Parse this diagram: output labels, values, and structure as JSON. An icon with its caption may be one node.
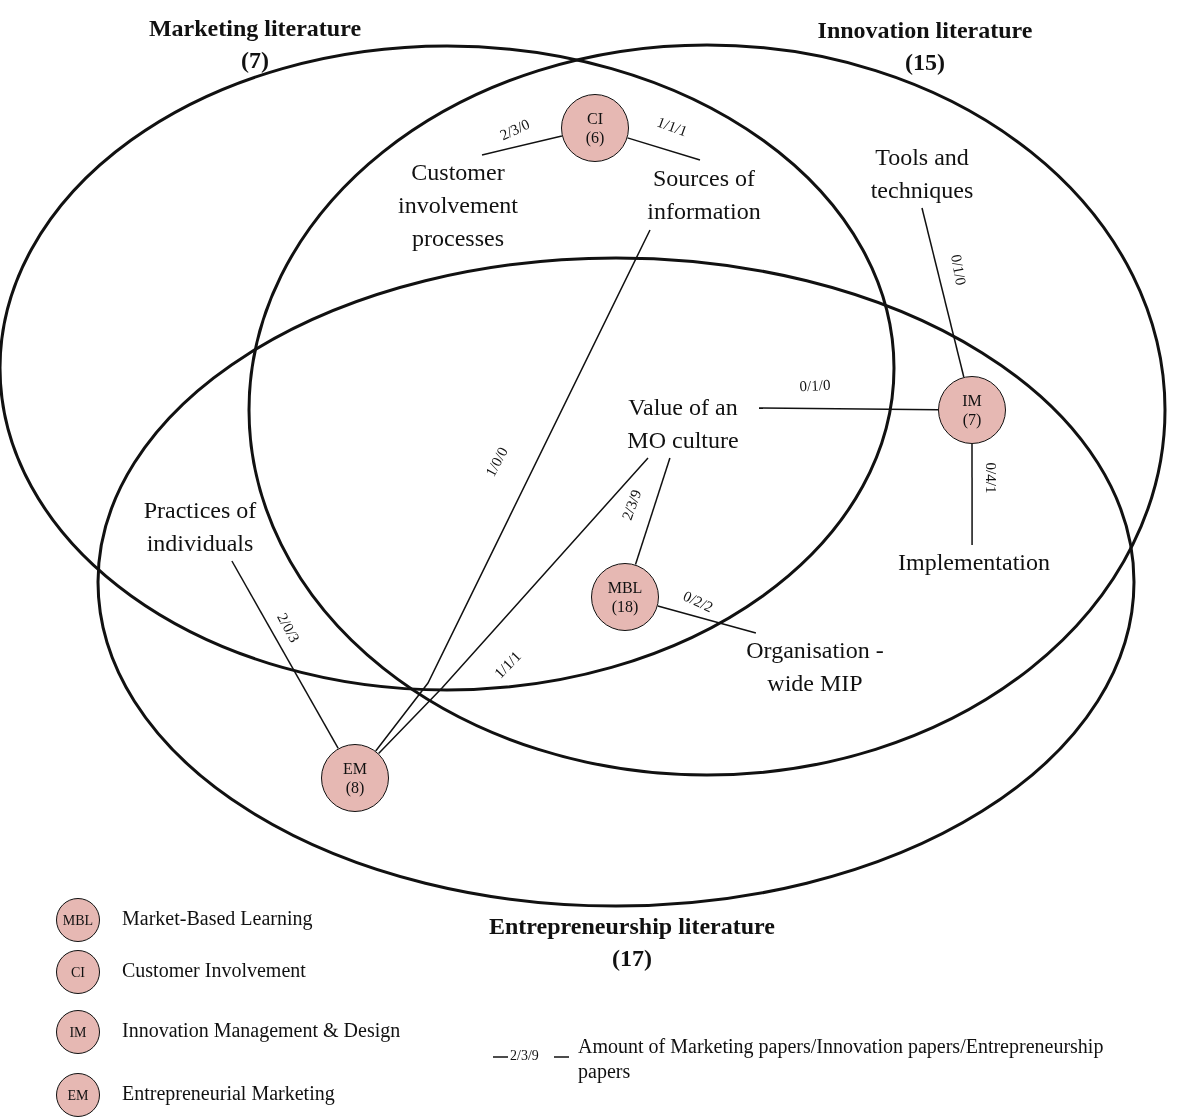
{
  "diagram": {
    "nodes": [
      {
        "text": [
          "Marketing literature",
          "(7)"
        ]
      },
      {
        "text": [
          "Innovation literature",
          "(15)"
        ]
      },
      {
        "text": [
          "Entrepreneurship literature",
          "(17)"
        ]
      },
      {
        "text": [
          "CI",
          "(6)"
        ]
      },
      {
        "text": [
          "Customer involvement processes"
        ]
      },
      {
        "text": [
          "Sources of information"
        ]
      },
      {
        "text": [
          "Tools and techniques"
        ]
      },
      {
        "text": [
          "Value of an MO culture"
        ]
      },
      {
        "text": [
          "IM",
          "(7)"
        ]
      },
      {
        "text": [
          "Practices of individuals"
        ]
      },
      {
        "text": [
          "MBL",
          "(18)"
        ]
      },
      {
        "text": [
          "Implementation"
        ]
      },
      {
        "text": [
          "Organisation -wide MIP"
        ]
      },
      {
        "text": [
          "EM",
          "(8)"
        ]
      }
    ],
    "edges": [
      {
        "from": 3,
        "to": 4,
        "arrow": "none",
        "label": "2/3/0"
      },
      {
        "from": 3,
        "to": 5,
        "arrow": "none",
        "label": "1/1/1"
      },
      {
        "from": 8,
        "to": 6,
        "arrow": "none",
        "label": "0/1/0"
      },
      {
        "from": 8,
        "to": 7,
        "arrow": "none",
        "label": "0/1/0"
      },
      {
        "from": 8,
        "to": 11,
        "arrow": "none",
        "label": "0/4/1"
      },
      {
        "from": 10,
        "to": 7,
        "arrow": "none",
        "label": "2/3/9"
      },
      {
        "from": 10,
        "to": 12,
        "arrow": "none",
        "label": "0/2/2"
      },
      {
        "from": 13,
        "to": 9,
        "arrow": "none",
        "label": "2/0/3"
      },
      {
        "from": 13,
        "to": 5,
        "arrow": "none",
        "label": "1/0/0"
      },
      {
        "from": 13,
        "to": 7,
        "arrow": "none",
        "label": "1/1/1"
      }
    ],
    "labels": [
      "MBL",
      "CI",
      "IM",
      "EM",
      "2/3/9"
    ],
    "legend": [
      {
        "text": "Market-Based Learning",
        "color": "#e6b8b3"
      },
      {
        "text": "Customer Involvement",
        "color": "#e6b8b3"
      },
      {
        "text": "Innovation Management & Design",
        "color": "#e6b8b3"
      },
      {
        "text": "Entrepreneurial Marketing",
        "color": "#e6b8b3"
      },
      {
        "text": "Amount of Marketing papers/Innovation papers/Entrepreneurship papers"
      }
    ]
  }
}
